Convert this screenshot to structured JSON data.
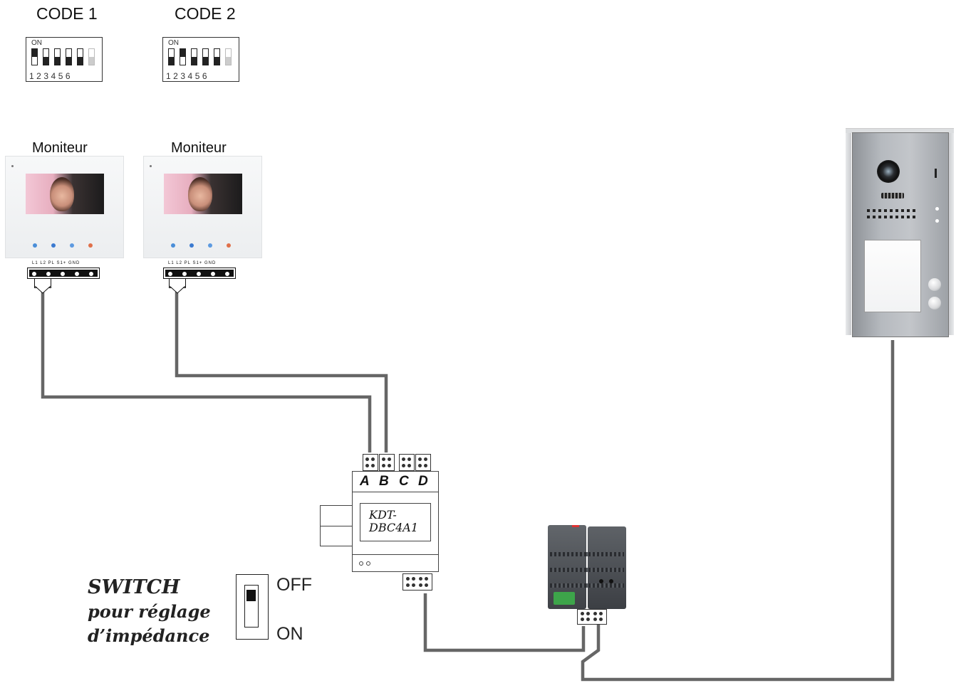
{
  "codes": [
    {
      "title": "CODE 1",
      "on_label": "ON",
      "numbers": "123456",
      "switches": [
        true,
        false,
        false,
        false,
        false,
        false
      ]
    },
    {
      "title": "CODE 2",
      "on_label": "ON",
      "numbers": "123456",
      "switches": [
        false,
        true,
        false,
        false,
        false,
        false
      ]
    }
  ],
  "monitors": [
    {
      "title": "Moniteur",
      "terminal_labels": "L1  L2   PL  S1+  GND"
    },
    {
      "title": "Moniteur",
      "terminal_labels": "L1  L2   PL  S1+  GND"
    }
  ],
  "distributor": {
    "ports": [
      "A",
      "B",
      "C",
      "D"
    ],
    "name_line1": "KDT-",
    "name_line2": "DBC4A1"
  },
  "switch_legend": {
    "line1": "SWITCH",
    "line2": "pour réglage",
    "line3": "d’impédance",
    "off_label": "OFF",
    "on_label": "ON"
  },
  "colors": {
    "wire": "#666666",
    "panel": "#b6babf",
    "psu": "#4a4d52"
  }
}
